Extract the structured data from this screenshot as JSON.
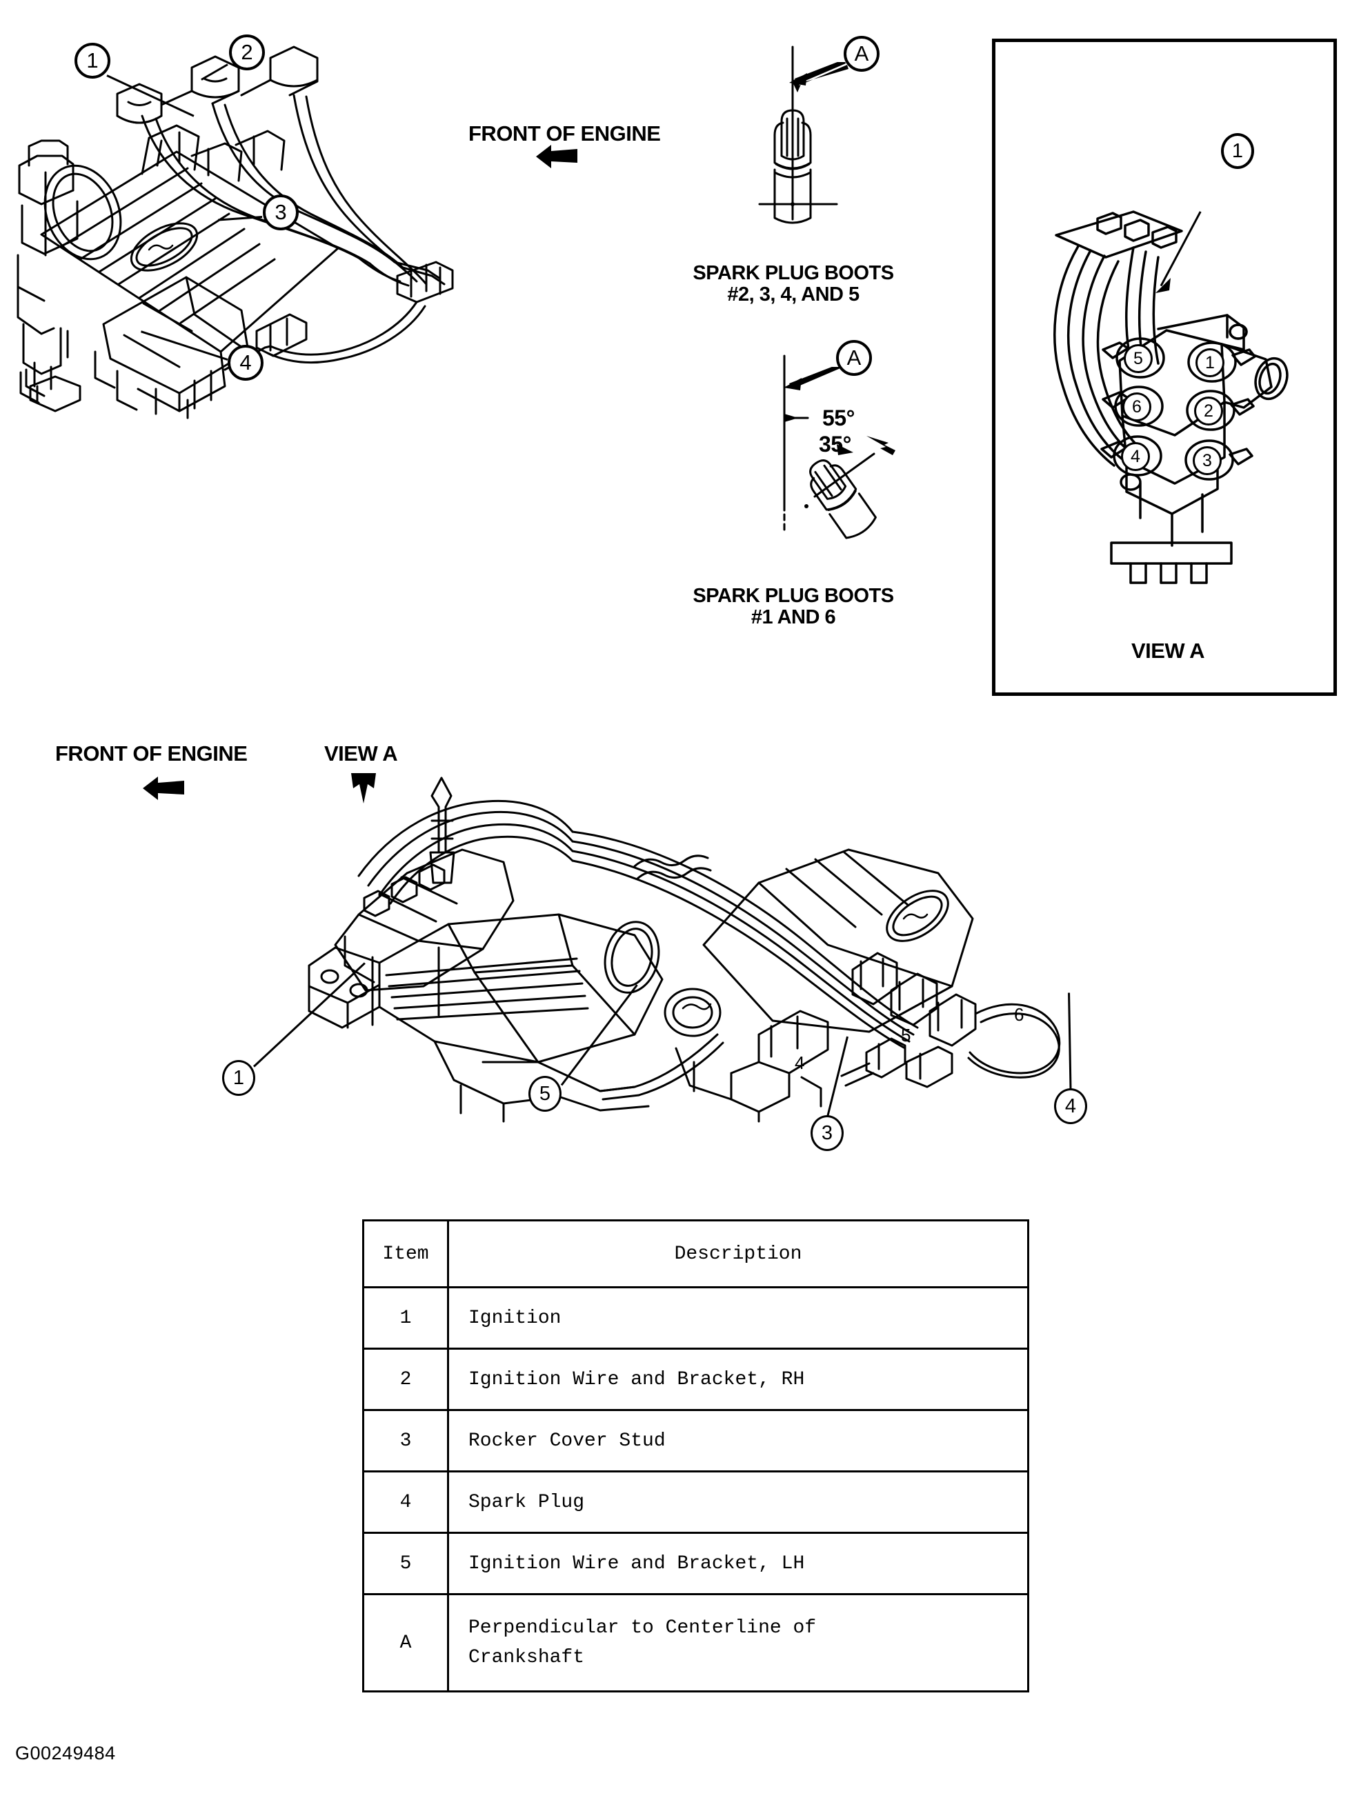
{
  "figure": {
    "id_code": "G00249484",
    "front_of_engine_label": "FRONT OF ENGINE",
    "view_a_label": "VIEW A"
  },
  "top_left_view": {
    "name": "engine-upper-left-illustration",
    "front_of_engine_label": "FRONT OF ENGINE",
    "callouts": [
      {
        "id": "1",
        "label": "1"
      },
      {
        "id": "2",
        "label": "2"
      },
      {
        "id": "3",
        "label": "3"
      },
      {
        "id": "4",
        "label": "4"
      }
    ]
  },
  "boot_detail_top": {
    "name": "spark-plug-boot-detail-perpendicular",
    "callout": "A",
    "caption_line1": "SPARK PLUG BOOTS",
    "caption_line2": "#2, 3, 4, AND 5"
  },
  "boot_detail_bottom": {
    "name": "spark-plug-boot-detail-angled",
    "callout": "A",
    "angle_upper": "55°",
    "angle_lower": "35°",
    "caption_line1": "SPARK PLUG BOOTS",
    "caption_line2": "#1 AND 6"
  },
  "view_a_box": {
    "name": "view-a-coil-pack-detail",
    "title": "VIEW A",
    "callout": "1",
    "terminals": [
      "5",
      "1",
      "6",
      "2",
      "4",
      "3"
    ]
  },
  "bottom_view": {
    "name": "engine-lower-illustration",
    "front_of_engine_label": "FRONT OF ENGINE",
    "view_a_label": "VIEW A",
    "callouts": [
      {
        "id": "1",
        "label": "1"
      },
      {
        "id": "3",
        "label": "3"
      },
      {
        "id": "4",
        "label": "4"
      },
      {
        "id": "5",
        "label": "5"
      }
    ],
    "plug_numbers": [
      "4",
      "5",
      "6"
    ]
  },
  "table": {
    "name": "component-legend-table",
    "headers": [
      "Item",
      "Description"
    ],
    "rows": [
      {
        "item": "1",
        "description": "Ignition"
      },
      {
        "item": "2",
        "description": "Ignition Wire and Bracket, RH"
      },
      {
        "item": "3",
        "description": "Rocker Cover Stud"
      },
      {
        "item": "4",
        "description": "Spark Plug"
      },
      {
        "item": "5",
        "description": "Ignition Wire and Bracket, LH"
      },
      {
        "item": "A",
        "description_line1": "Perpendicular to Centerline of",
        "description_line2": "Crankshaft"
      }
    ]
  },
  "colors": {
    "ink": "#000000",
    "paper": "#ffffff"
  }
}
